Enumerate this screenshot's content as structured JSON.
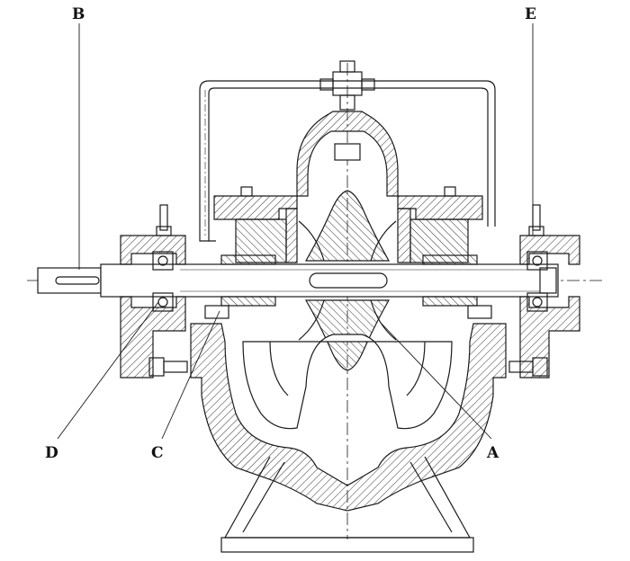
{
  "diagram": {
    "labels": {
      "a": "A",
      "b": "B",
      "c": "C",
      "d": "D",
      "e": "E"
    },
    "colors": {
      "line": "#1a1a1a",
      "background": "#ffffff"
    }
  }
}
